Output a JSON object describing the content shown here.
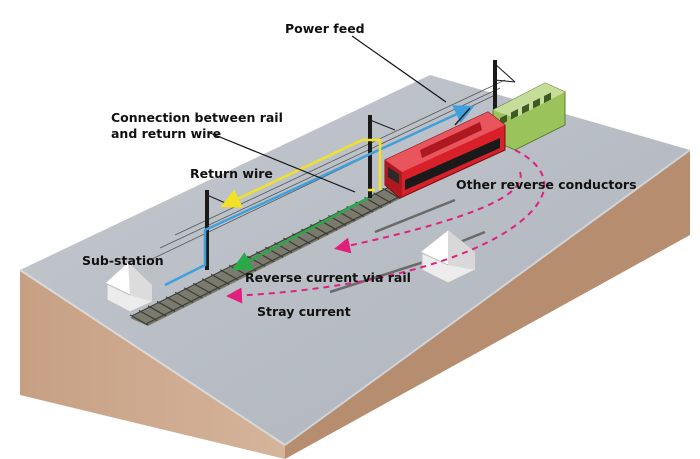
{
  "labels": {
    "power_feed": "Power feed",
    "connection_line1": "Connection between rail",
    "connection_line2": "and return wire",
    "return_wire": "Return wire",
    "other_reverse_conductors": "Other reverse conductors",
    "sub_station": "Sub-station",
    "reverse_current_via_rail": "Reverse current via rail",
    "stray_current": "Stray current"
  },
  "colors": {
    "slab_top": "#b8bdc5",
    "slab_front": "#c9a386",
    "slab_side": "#b68d6f",
    "locomotive": "#d8202a",
    "coach": "#9bc35c",
    "power_feed_wire": "#3fa0dc",
    "return_wire": "#f2e224",
    "stray_current": "#e0207c",
    "rail_current": "#2aa84a",
    "track": "#6a6a62"
  },
  "icons": [
    "substation-house-icon",
    "substation-house-icon-right",
    "catenary-mast-icon",
    "locomotive-icon",
    "passenger-coach-icon"
  ]
}
